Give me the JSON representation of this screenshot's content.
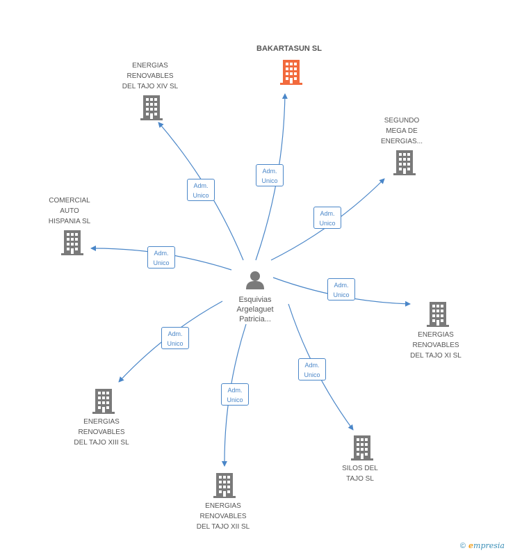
{
  "center": {
    "name_lines": [
      "Esquivias",
      "Argelaguet",
      "Patricia..."
    ],
    "icon": "person-icon",
    "color": "#7a7a7a"
  },
  "edge_color": "#4a86c8",
  "building_color": "#7a7a7a",
  "focus_color": "#f26a3d",
  "nodes": [
    {
      "id": "bakartasun",
      "name_lines": [
        "BAKARTASUN SL"
      ],
      "focus": true,
      "relation_lines": [
        "Adm.",
        "Unico"
      ]
    },
    {
      "id": "tajo-xiv",
      "name_lines": [
        "ENERGIAS",
        "RENOVABLES",
        "DEL TAJO XIV SL"
      ],
      "focus": false,
      "relation_lines": [
        "Adm.",
        "Unico"
      ]
    },
    {
      "id": "segundo-mega",
      "name_lines": [
        "SEGUNDO",
        "MEGA DE",
        "ENERGIAS..."
      ],
      "focus": false,
      "relation_lines": [
        "Adm.",
        "Unico"
      ]
    },
    {
      "id": "comercial-auto",
      "name_lines": [
        "COMERCIAL",
        "AUTO",
        "HISPANIA SL"
      ],
      "focus": false,
      "relation_lines": [
        "Adm.",
        "Unico"
      ]
    },
    {
      "id": "tajo-xi",
      "name_lines": [
        "ENERGIAS",
        "RENOVABLES",
        "DEL TAJO XI SL"
      ],
      "focus": false,
      "relation_lines": [
        "Adm.",
        "Unico"
      ]
    },
    {
      "id": "tajo-xiii",
      "name_lines": [
        "ENERGIAS",
        "RENOVABLES",
        "DEL TAJO XIII SL"
      ],
      "focus": false,
      "relation_lines": [
        "Adm.",
        "Unico"
      ]
    },
    {
      "id": "silos",
      "name_lines": [
        "SILOS DEL",
        "TAJO SL"
      ],
      "focus": false,
      "relation_lines": [
        "Adm.",
        "Unico"
      ]
    },
    {
      "id": "tajo-xii",
      "name_lines": [
        "ENERGIAS",
        "RENOVABLES",
        "DEL TAJO XII SL"
      ],
      "focus": false,
      "relation_lines": [
        "Adm.",
        "Unico"
      ]
    }
  ],
  "footer": {
    "copyright": "©",
    "brand_initial": "e",
    "brand_rest": "mpresia"
  }
}
